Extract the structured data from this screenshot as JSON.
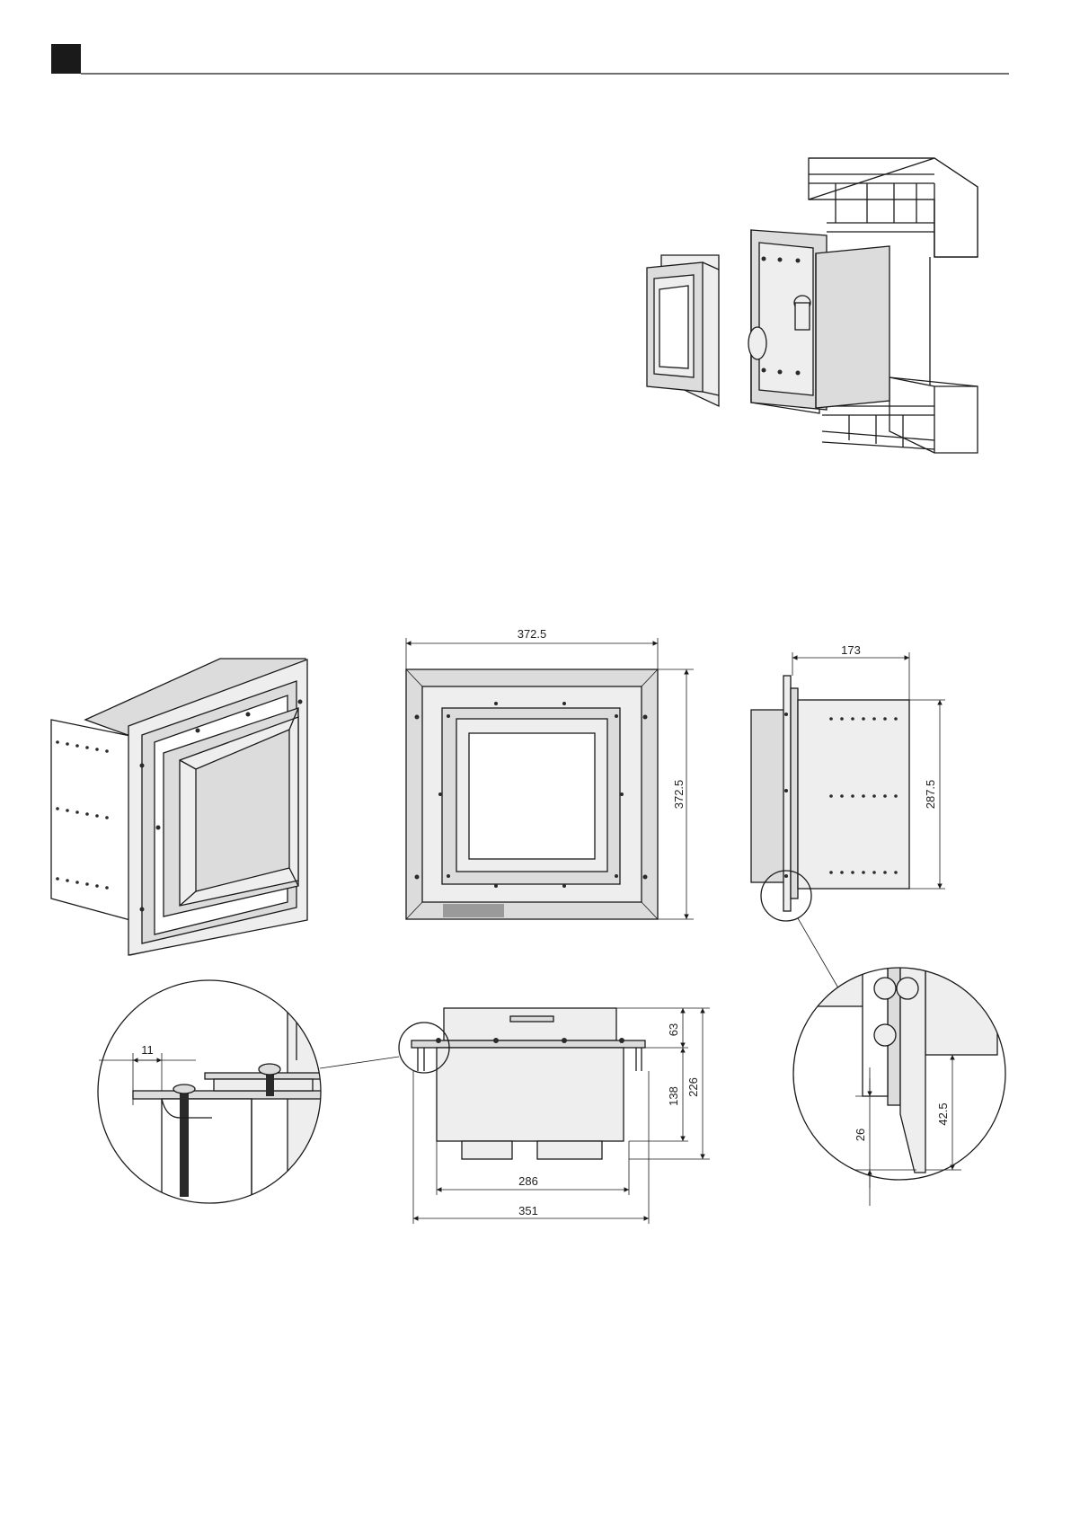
{
  "header": {
    "marker_color": "#1a1a1a",
    "rule_color": "#1a1a1a"
  },
  "colors": {
    "line": "#1a1a1a",
    "fill_part": "#dcdcdc",
    "fill_light": "#eeeeee",
    "label_bar": "#9a9a9a"
  },
  "dimensions": {
    "front_width": "372.5",
    "front_height": "372.5",
    "side_depth": "173",
    "side_height": "287.5",
    "top_flange": "63",
    "top_body": "138",
    "top_total": "226",
    "top_inner_width": "286",
    "top_outer_width": "351",
    "detail_left_offset": "11",
    "detail_right_a": "26",
    "detail_right_b": "42.5"
  }
}
